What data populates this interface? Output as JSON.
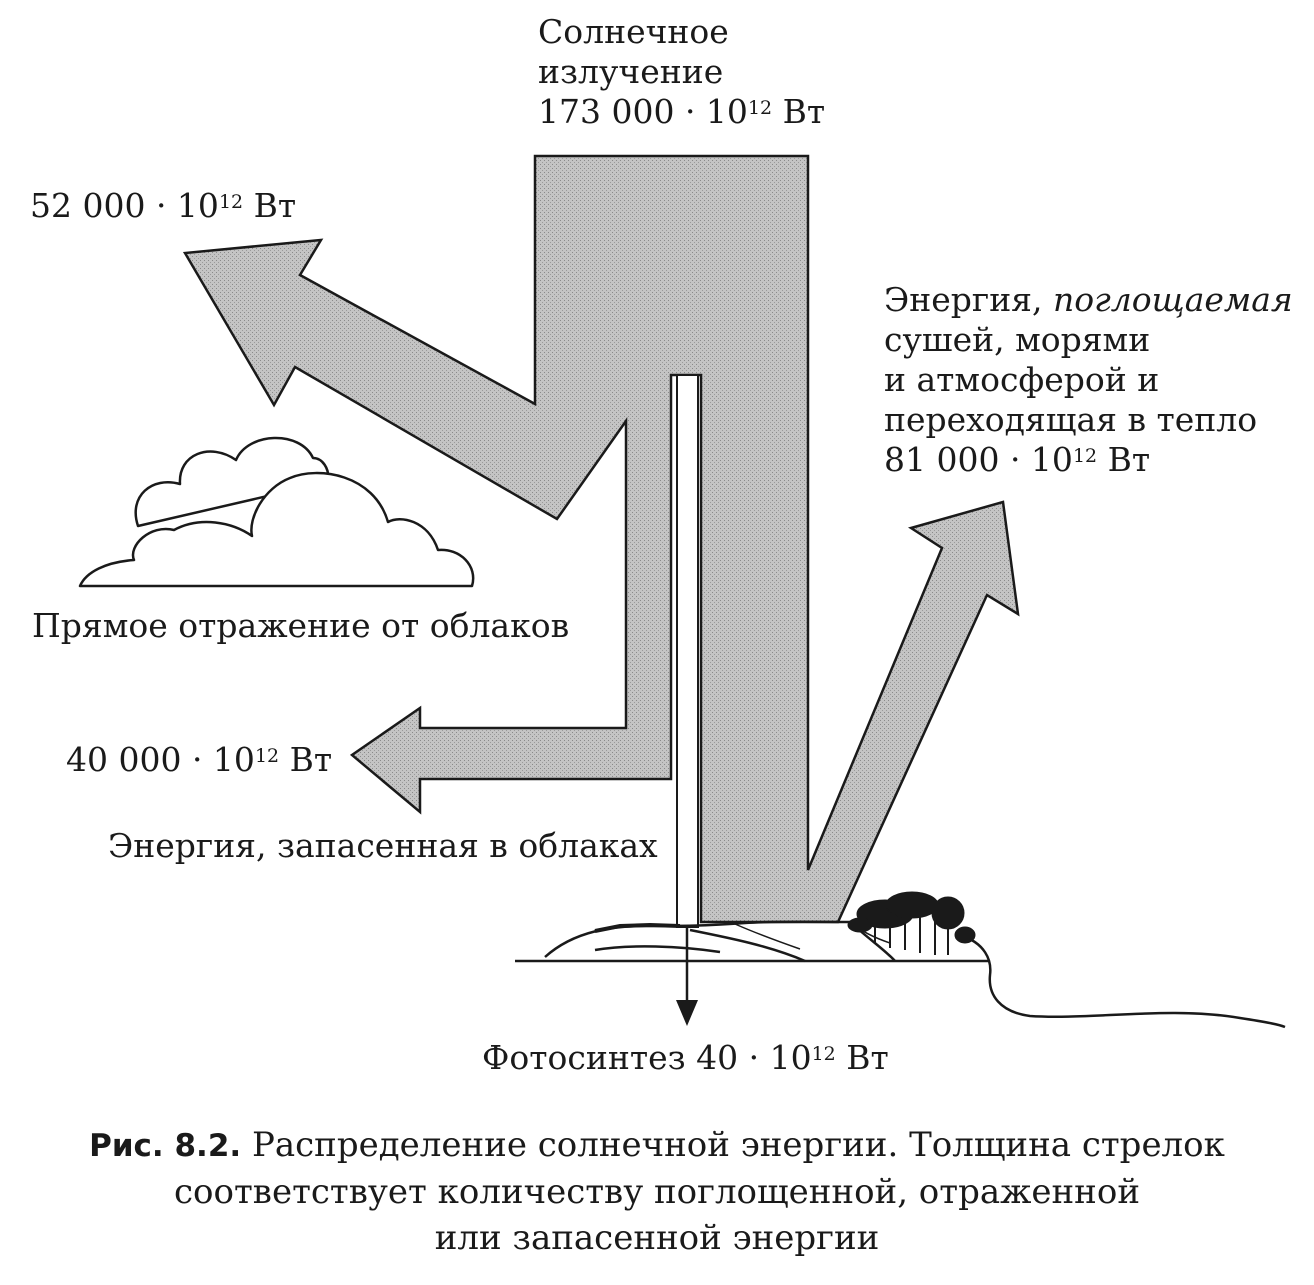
{
  "labels": {
    "solar_line1": "Солнечное",
    "solar_line2": "излучение",
    "solar_value_base": "173 000 · 10",
    "solar_value_exp": "12",
    "solar_value_unit": " Вт",
    "reflect_value_base": "52 000 · 10",
    "reflect_value_exp": "12",
    "reflect_value_unit": " Вт",
    "clouds_reflection_label": "Прямое отражение от облаков",
    "absorbed_line1_a": "Энергия, ",
    "absorbed_line1_b": "поглощаемая",
    "absorbed_line2": "сушей, морями",
    "absorbed_line3": "и атмосферой и",
    "absorbed_line4": "переходящая в тепло",
    "absorbed_value_base": "81 000 · 10",
    "absorbed_value_exp": "12",
    "absorbed_value_unit": " Вт",
    "stored_value_base": "40 000 · 10",
    "stored_value_exp": "12",
    "stored_value_unit": " Вт",
    "stored_label": "Энергия, запасенная в облаках",
    "photo_value_base": "Фотосинтез 40 · 10",
    "photo_value_exp": "12",
    "photo_value_unit": " Вт"
  },
  "caption": {
    "figure_number": "Рис. 8.2.",
    "line1_text": " Распределение солнечной энергии. Толщина стрелок",
    "line2": "соответствует количеству поглощенной, отраженной",
    "line3": "или запасенной энергии"
  },
  "colors": {
    "arrow_fill": "#bdbdbd",
    "stroke": "#1a1a1a",
    "background": "#ffffff"
  }
}
